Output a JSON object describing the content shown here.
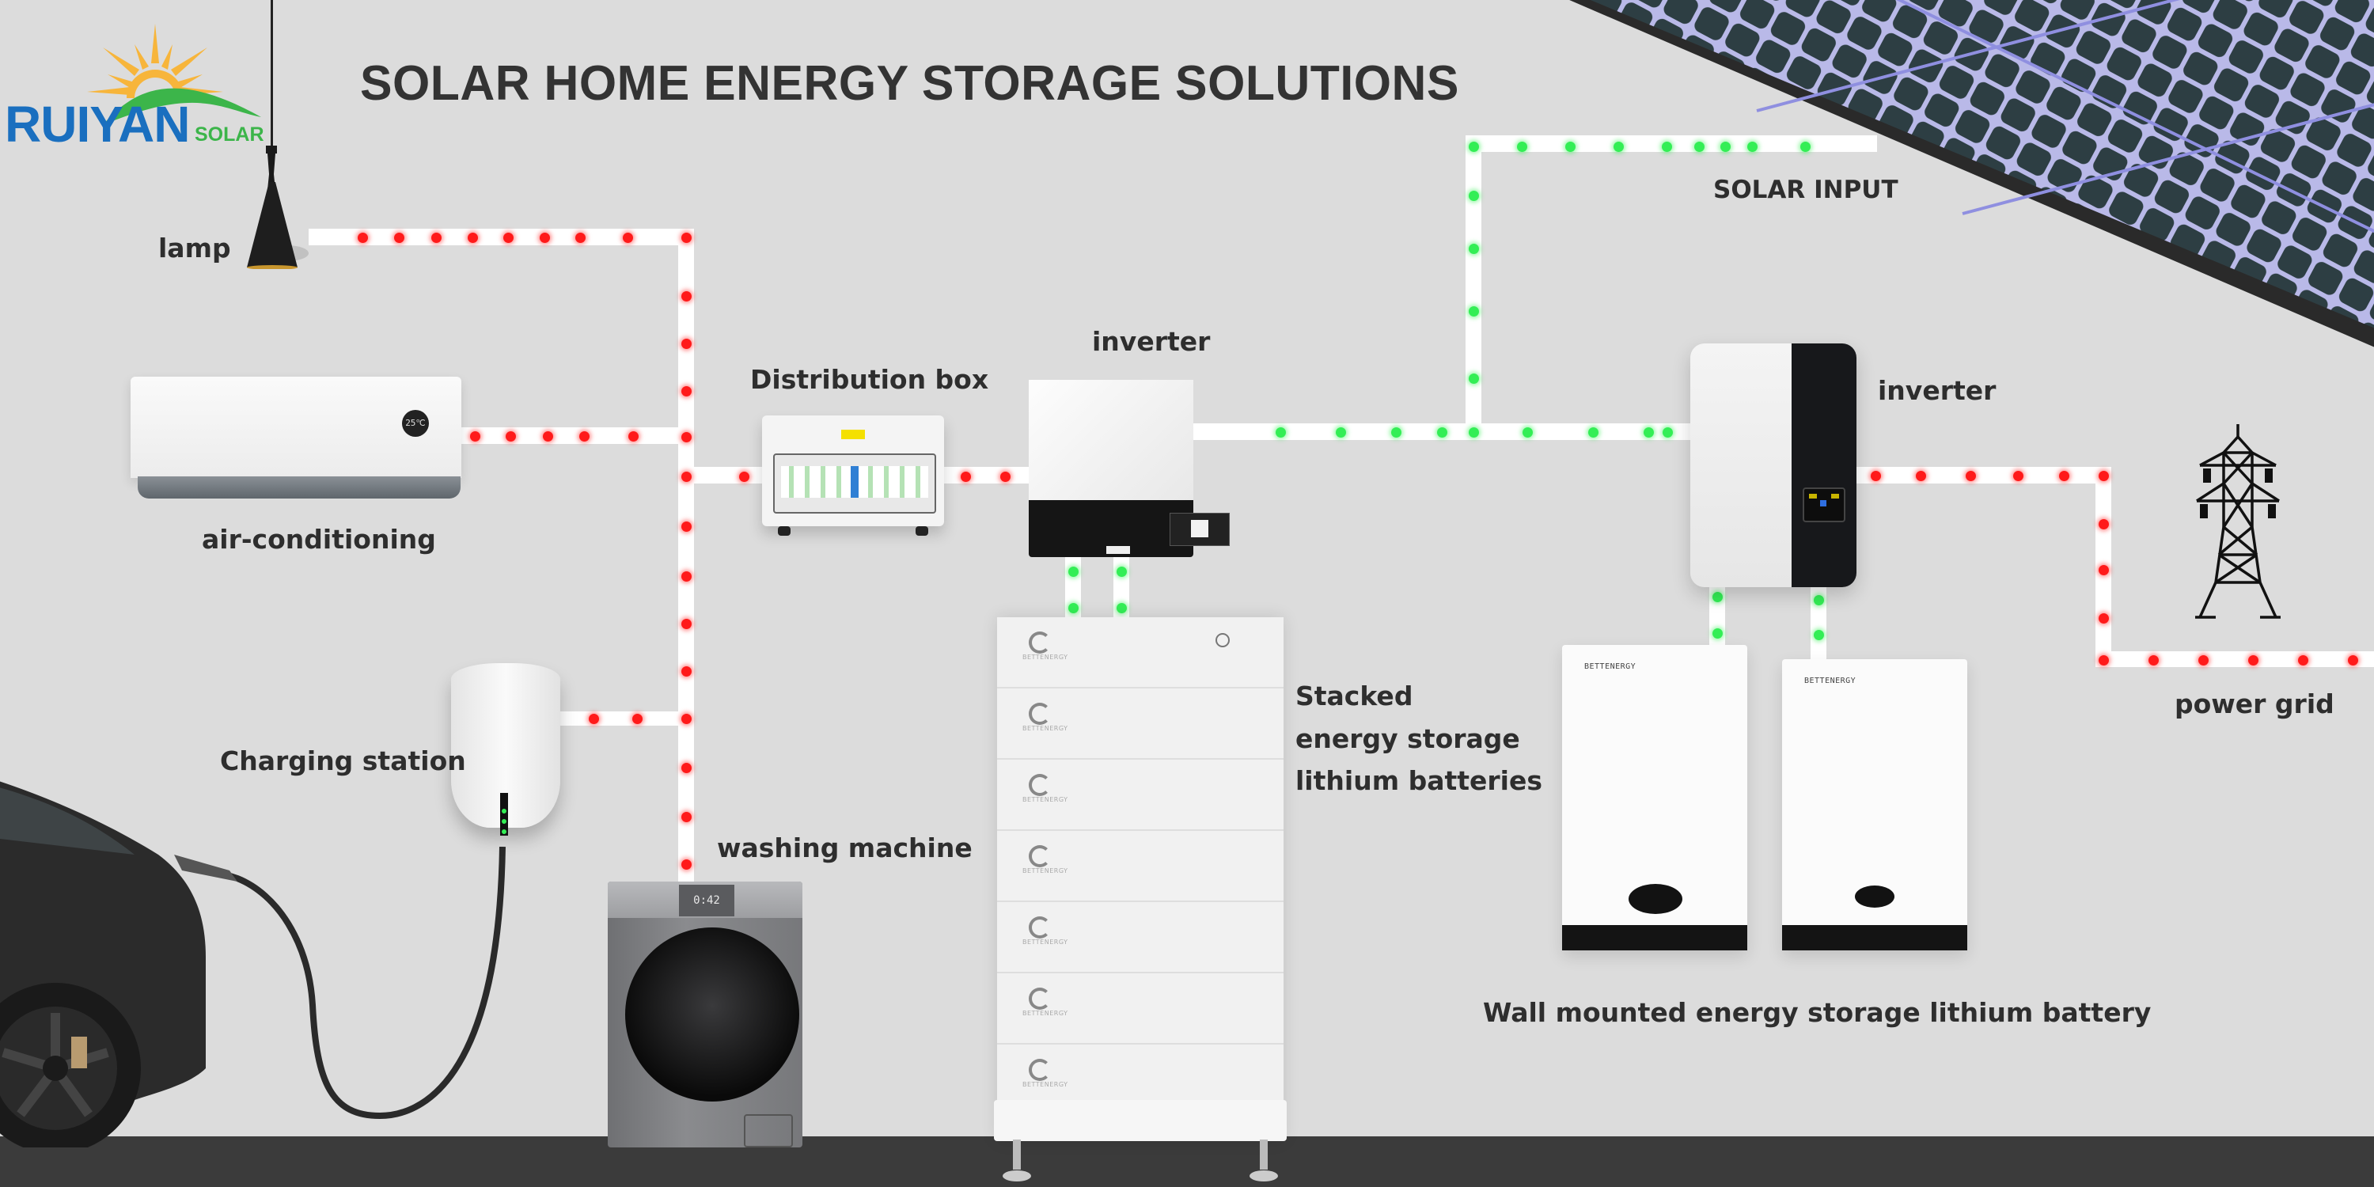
{
  "brand": {
    "name": "RUIYAN",
    "sub": "SOLAR",
    "colors": {
      "name": "#1a6fbf",
      "sub": "#3cb54a",
      "sun": "#f7b53b",
      "swoosh": "#3cb54a"
    }
  },
  "header": {
    "title": "SOLAR HOME ENERGY STORAGE SOLUTIONS"
  },
  "labels": {
    "lamp": "lamp",
    "air_conditioning": "air-conditioning",
    "charging_station": "Charging station",
    "washing_machine": "washing machine",
    "distribution_box": "Distribution box",
    "inverter_1": "inverter",
    "inverter_2": "inverter",
    "solar_input": "SOLAR INPUT",
    "stacked_line1": "Stacked",
    "stacked_line2": "energy storage",
    "stacked_line3": "lithium batteries",
    "wall_battery": "Wall mounted energy storage lithium battery",
    "power_grid": "power grid"
  },
  "devices": {
    "ac_display": "25℃",
    "washer_display": "0:42",
    "battery_brand": "BETTENERGY",
    "stacked_modules": 7
  },
  "flow_colors": {
    "consumption": "#ff1a1a",
    "solar_storage": "#33ee55",
    "wire": "#ffffff",
    "background": "#dcdcdc",
    "floor": "#3b3b3b",
    "text": "#2e2e2e"
  }
}
